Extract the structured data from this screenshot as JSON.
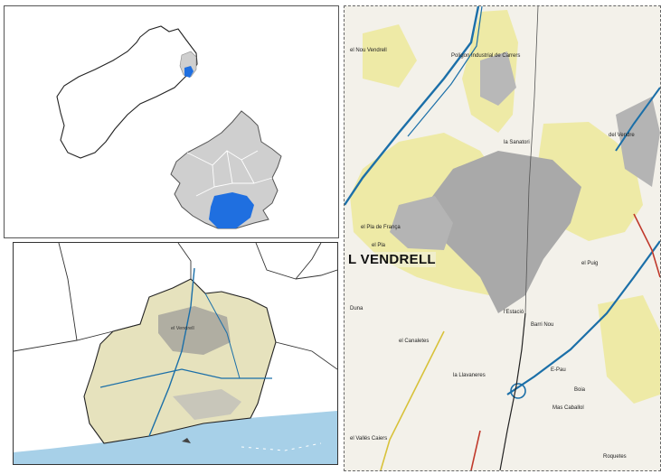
{
  "colors": {
    "highlight_blue": "#1f6fe0",
    "region_gray": "#cfcfcf",
    "urban_gray": "#a9a9a9",
    "urban_yellow": "#eeeaa6",
    "road_blue": "#1b6fa8",
    "rail_red": "#c0392b",
    "sea_blue": "#a7d0e8",
    "outline": "#222222"
  },
  "insets": {
    "region_outline": {
      "icon": "province-outline-icon"
    },
    "comarca": {
      "icon": "comarca-outline-icon"
    }
  },
  "municipal_map": {
    "label": "el Vendrell"
  },
  "city_map": {
    "town_label": "L VENDRELL",
    "places": {
      "nou_vendrell": "el Nou Vendrell",
      "poligon": "Polígon Industrial de Carrers",
      "sanatori": "la Sanatori",
      "vendre_ne": "del Vendre",
      "pla_franca": "el Pla de França",
      "pla": "el Pla",
      "puig": "el Puig",
      "duna": "Duna",
      "barri_nou": "Barri Nou",
      "estacio": "l'Estació",
      "llavaneres": "la Llavaneres",
      "canaletes": "el Canaletes",
      "boia": "Boia",
      "mas_caballol": "Mas Caballol",
      "caiers": "el Vallés Caiers",
      "roquetes": "Roquetes",
      "e_pau": "E-Pau"
    }
  }
}
